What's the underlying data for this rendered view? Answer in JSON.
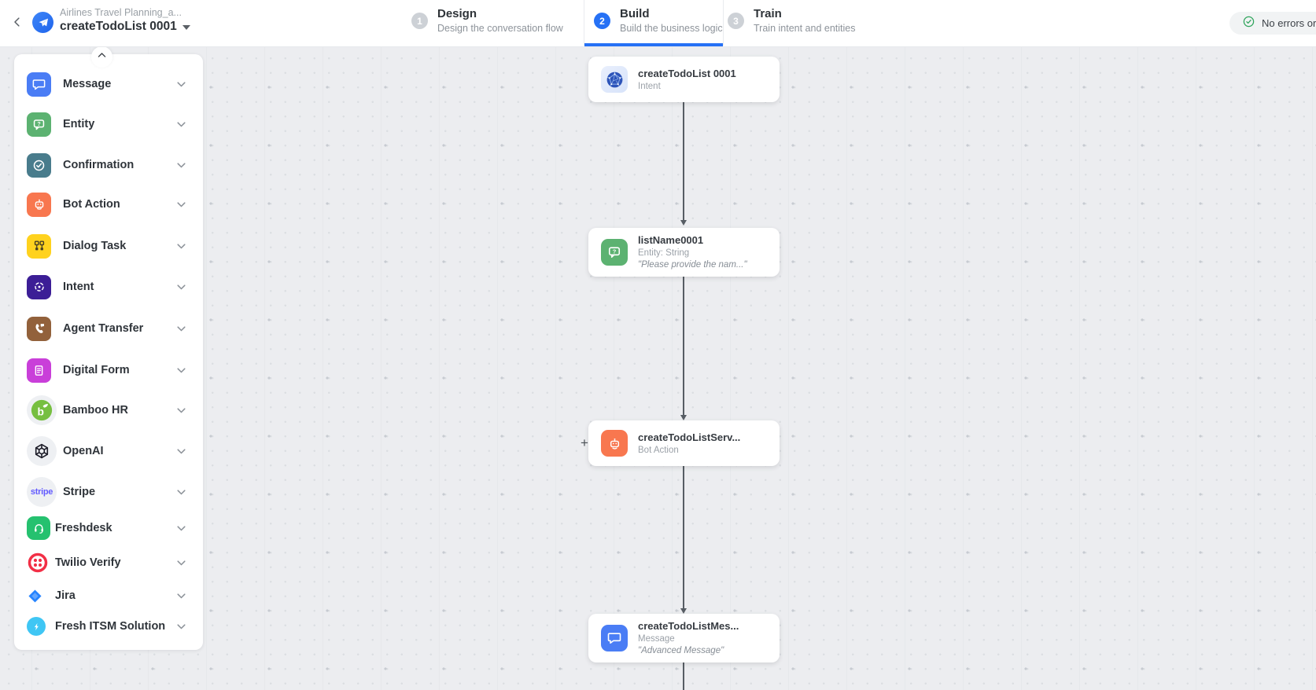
{
  "header": {
    "back_icon": "chevron-left",
    "project_name": "Airlines Travel Planning_a...",
    "task_name": "createTodoList 0001",
    "caret_icon": "caret-down",
    "active_tab": "Build",
    "tabs": [
      {
        "number": "1",
        "label": "Design",
        "description": "Design the conversation flow"
      },
      {
        "number": "2",
        "label": "Build",
        "description": "Build the business logic"
      },
      {
        "number": "3",
        "label": "Train",
        "description": "Train intent and entities"
      }
    ],
    "status_pill": {
      "label": "No errors or w",
      "icon": "check-circle-icon",
      "color": "#2fa45c"
    }
  },
  "sidebar": {
    "collapse_icon": "chevron-up-icon",
    "row_chevron_icon": "chevron-down-icon",
    "items": [
      {
        "label": "Message",
        "icon": "message-icon",
        "color": "#4a7df5"
      },
      {
        "label": "Entity",
        "icon": "entity-icon",
        "color": "#5cb271"
      },
      {
        "label": "Confirmation",
        "icon": "confirmation-icon",
        "color": "#497c8c"
      },
      {
        "label": "Bot Action",
        "icon": "bot-action-icon",
        "color": "#f8774f"
      },
      {
        "label": "Dialog Task",
        "icon": "dialog-task-icon",
        "color": "#ffd21e"
      },
      {
        "label": "Intent",
        "icon": "intent-icon",
        "color": "#3c1e96"
      },
      {
        "label": "Agent Transfer",
        "icon": "agent-transfer-icon",
        "color": "#92613b"
      },
      {
        "label": "Digital Form",
        "icon": "digital-form-icon",
        "color": "#c93fd9"
      },
      {
        "label": "Bamboo HR",
        "icon": "bamboo-hr-icon",
        "color": "#76bf40",
        "logo_text": "b"
      },
      {
        "label": "OpenAI",
        "icon": "openai-icon",
        "color": "#1c1c28"
      },
      {
        "label": "Stripe",
        "icon": "stripe-icon",
        "color": "#635bff",
        "logo_text": "stripe"
      },
      {
        "label": "Freshdesk",
        "icon": "freshdesk-icon",
        "color": "#25c16f"
      },
      {
        "label": "Twilio Verify",
        "icon": "twilio-icon",
        "color": "#f22f46"
      },
      {
        "label": "Jira",
        "icon": "jira-icon",
        "color": "#2684ff"
      },
      {
        "label": "Fresh ITSM Solution",
        "icon": "fresh-itsm-icon",
        "color": "#3fc6f4"
      }
    ]
  },
  "canvas": {
    "nodes": [
      {
        "title": "createTodoList 0001",
        "subtitle": "Intent",
        "icon": "intent-node-icon"
      },
      {
        "title": "listName0001",
        "subtitle": "Entity: String",
        "quote": "\"Please provide the nam...\"",
        "icon": "entity-icon"
      },
      {
        "title": "createTodoListServ...",
        "subtitle": "Bot Action",
        "icon": "bot-action-icon",
        "add_button": "+"
      },
      {
        "title": "createTodoListMes...",
        "subtitle": "Message",
        "quote": "\"Advanced Message\"",
        "icon": "message-icon"
      }
    ]
  }
}
